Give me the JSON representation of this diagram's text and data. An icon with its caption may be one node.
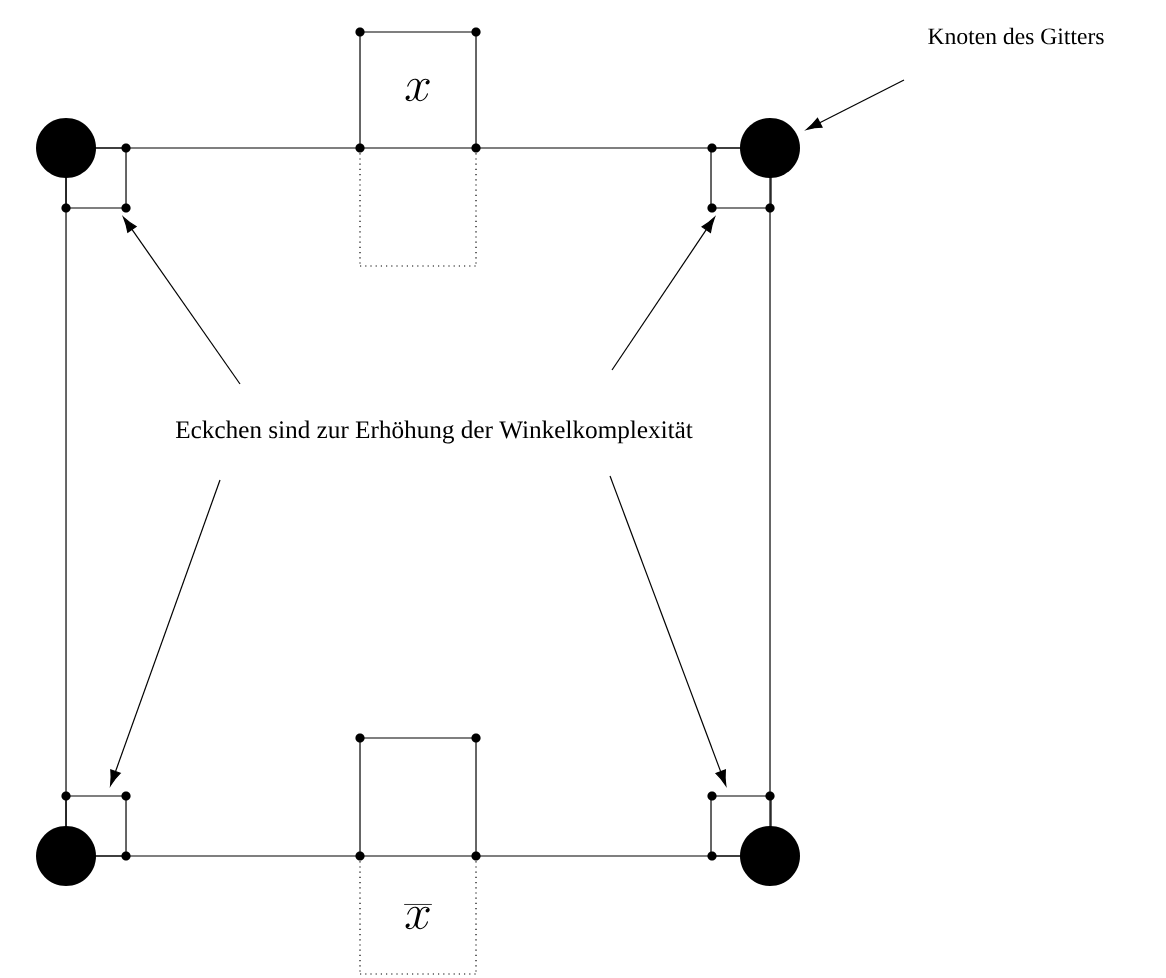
{
  "diagram": {
    "nodes": [
      {
        "text": [],
        "shape": "circle"
      },
      {
        "text": [],
        "shape": "circle"
      },
      {
        "text": [],
        "shape": "circle"
      },
      {
        "text": [],
        "shape": "circle"
      },
      {
        "text": [
          "x"
        ]
      },
      {
        "text": [
          "\\overline{x}"
        ]
      },
      {
        "text": [],
        "shape": "box"
      },
      {
        "text": [],
        "shape": "box"
      },
      {
        "text": [],
        "shape": "box"
      },
      {
        "text": [],
        "shape": "box"
      },
      {
        "text": [
          "Knoten des Gitters"
        ]
      },
      {
        "text": [
          "Eckchen sind zur Erhöhung der Winkelkomplexität"
        ]
      }
    ],
    "edges": [
      {
        "from": 10,
        "to": 1,
        "arrow": "to"
      },
      {
        "from": 11,
        "to": 6,
        "arrow": "to"
      },
      {
        "from": 11,
        "to": 7,
        "arrow": "to"
      },
      {
        "from": 11,
        "to": 8,
        "arrow": "to"
      },
      {
        "from": 11,
        "to": 9,
        "arrow": "to"
      }
    ]
  }
}
